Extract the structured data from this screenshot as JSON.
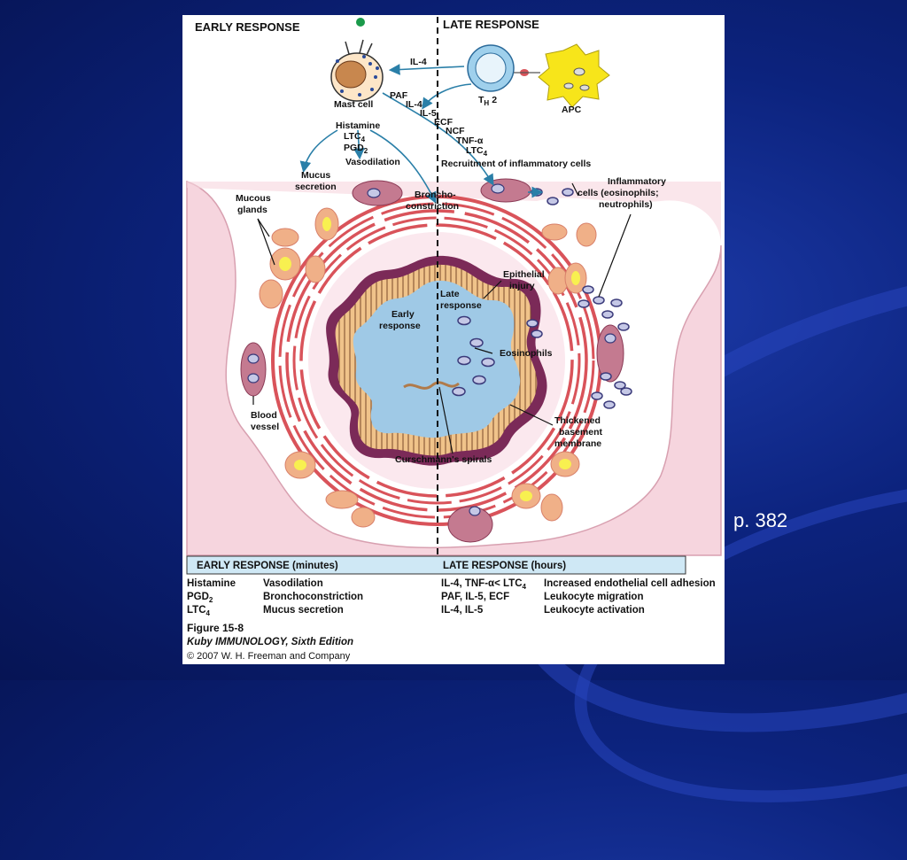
{
  "slide": {
    "page_ref": "p. 382"
  },
  "figure": {
    "early_header": "EARLY RESPONSE",
    "late_header": "LATE RESPONSE",
    "cells": {
      "mast_cell": "Mast cell",
      "th2": "T",
      "th2_sub": "H",
      "th2_num": "2",
      "apc": "APC"
    },
    "signals": {
      "il4_top": "IL-4",
      "paf": "PAF",
      "il4": "IL-4",
      "il5": "IL-5",
      "ecf": "ECF",
      "ncf": "NCF",
      "tnf": "TNF-α",
      "ltc4_late": "LTC",
      "histamine": "Histamine",
      "ltc4": "LTC",
      "pgd2": "PGD",
      "vasodilation": "Vasodilation",
      "sub4": "4",
      "sub2": "2"
    },
    "labels": {
      "mucus_1": "Mucus",
      "mucus_2": "secretion",
      "broncho_1": "Broncho-",
      "broncho_2": "constriction",
      "recruitment": "Recruitment of inflammatory cells",
      "mucous_1": "Mucous",
      "mucous_2": "glands",
      "inflam_1": "Inflammatory",
      "inflam_2": "cells (eosinophils;",
      "inflam_3": "neutrophils)",
      "epi_1": "Epithelial",
      "epi_2": "injury",
      "late_1": "Late",
      "late_2": "response",
      "early_1": "Early",
      "early_2": "response",
      "eosinophils": "Eosinophils",
      "blood_1": "Blood",
      "blood_2": "vessel",
      "thick_1": "Thickened",
      "thick_2": "basement",
      "thick_3": "membrane",
      "curschmann": "Curschmann's spirals"
    },
    "table": {
      "early_title": "EARLY RESPONSE (minutes)",
      "late_title": "LATE RESPONSE (hours)",
      "early_rows": [
        {
          "mediator": "Histamine",
          "effect": "Vasodilation"
        },
        {
          "mediator": "PGD",
          "sub": "2",
          "effect": "Bronchoconstriction"
        },
        {
          "mediator": "LTC",
          "sub": "4",
          "effect": "Mucus secretion"
        }
      ],
      "late_rows": [
        {
          "mediator": "IL-4, TNF-α< LTC",
          "sub": "4",
          "effect": "Increased endothelial cell adhesion"
        },
        {
          "mediator": "PAF, IL-5, ECF",
          "sub": "",
          "effect": "Leukocyte migration"
        },
        {
          "mediator": "IL-4, IL-5",
          "sub": "",
          "effect": "Leukocyte activation"
        }
      ]
    },
    "caption": {
      "figure_no": "Figure 15-8",
      "book": "Kuby IMMUNOLOGY, Sixth Edition",
      "copyright": "© 2007 W. H. Freeman and Company"
    },
    "colors": {
      "table_header": "#cfe8f5",
      "tissue": "#f6d5de",
      "lumen": "#9fc9e6",
      "epithelium_ring": "#7b2a58",
      "smooth_muscle": "#d9535a"
    }
  }
}
